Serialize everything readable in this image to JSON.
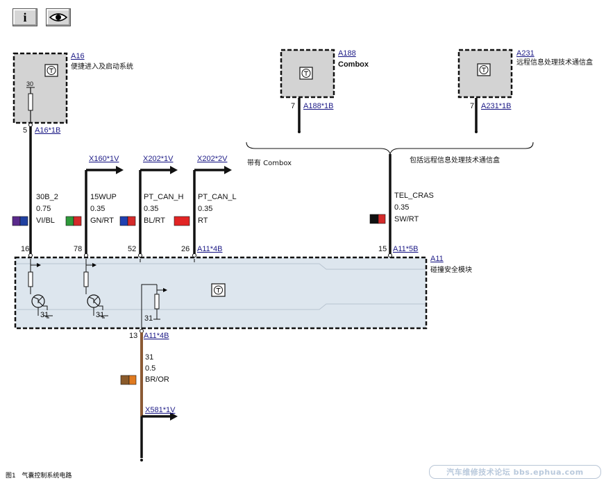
{
  "toolbar": {
    "info_icon": "info-icon",
    "view_icon": "eye-icon"
  },
  "modules": {
    "a16": {
      "id": "A16",
      "name": "便捷进入及启动系统",
      "pin_num": "30",
      "conn_pin": "5",
      "conn": "A16*1B"
    },
    "a188": {
      "id": "A188",
      "name": "Combox",
      "conn_pin": "7",
      "conn": "A188*1B"
    },
    "a231": {
      "id": "A231",
      "name": "远程信息处理技术通信盒",
      "conn_pin": "7",
      "conn": "A231*1B"
    },
    "a11": {
      "id": "A11",
      "name": "碰撞安全模块",
      "pin_16": "16",
      "pin_78": "78",
      "pin_52": "52",
      "pin_26": "26",
      "conn_top": "A11*4B",
      "pin_15": "15",
      "conn_right": "A11*5B",
      "gnd_1": "31",
      "gnd_2": "31",
      "gnd_3": "31",
      "pin_13": "13",
      "conn_bottom": "A11*4B"
    }
  },
  "brace": {
    "left_label": "带有 Combox",
    "right_label": "包括远程信息处理技术通信盒"
  },
  "wires": [
    {
      "signal": "30B_2",
      "size": "0.75",
      "color": "VI/BL",
      "swatch": [
        "#5a2a8c",
        "#2040a0"
      ]
    },
    {
      "signal": "15WUP",
      "size": "0.35",
      "color": "GN/RT",
      "swatch": [
        "#2e9a3a",
        "#d42a2a"
      ],
      "target": "X160*1V"
    },
    {
      "signal": "PT_CAN_H",
      "size": "0.35",
      "color": "BL/RT",
      "swatch": [
        "#2040b0",
        "#d42a2a"
      ],
      "target": "X202*1V"
    },
    {
      "signal": "PT_CAN_L",
      "size": "0.35",
      "color": "RT",
      "swatch": [
        "#e22424",
        "#e22424"
      ],
      "target": "X202*2V"
    },
    {
      "signal": "TEL_CRAS",
      "size": "0.35",
      "color": "SW/RT",
      "swatch": [
        "#111111",
        "#d42a2a"
      ]
    },
    {
      "signal": "31",
      "size": "0.5",
      "color": "BR/OR",
      "swatch": [
        "#8a5a2a",
        "#e07a20"
      ],
      "target": "X581*1V"
    }
  ],
  "caption": {
    "fig_num": "图1",
    "title": "气囊控制系统电路"
  },
  "watermark": "汽车维修技术论坛 bbs.ephua.com",
  "colors": {
    "module_fill": "#d4d4d4",
    "a11_fill": "#dde6ee",
    "brown_wire": "#8b5a35",
    "link": "#1c1a86"
  }
}
